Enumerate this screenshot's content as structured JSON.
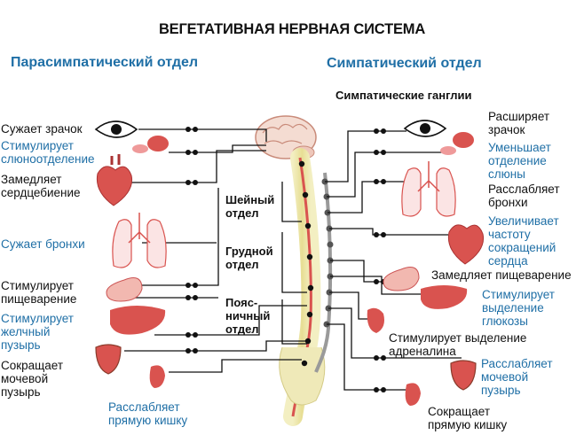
{
  "title": "ВЕГЕТАТИВНАЯ НЕРВНАЯ СИСТЕМА",
  "left_header": "Парасимпатический отдел",
  "right_header": "Симпатический отдел",
  "ganglia_label": "Симпатические ганглии",
  "sections": {
    "cervical": "Шейный\nотдел",
    "thoracic": "Грудной\nотдел",
    "lumbar": "Пояс-\nничный\nотдел"
  },
  "parasympathetic": [
    "Сужает зрачок",
    "Стимулирует\nслюноотделение",
    "Замедляет\nсердцебиение",
    "Сужает бронхи",
    "Стимулирует\nпищеварение",
    "Стимулирует\nжелчный\nпузырь",
    "Сокращает\nмочевой\nпузырь",
    "Расслабляет\nпрямую кишку"
  ],
  "sympathetic": [
    "Расширяет\nзрачок",
    "Уменьшает\nотделение\nслюны",
    "Расслабляет\nбронхи",
    "Увеличивает\nчастоту\nсокращений\nсердца",
    "Замедляет пищеварение",
    "Стимулирует\nвыделение\nглюкозы",
    "Стимулирует выделение\nадреналина",
    "Расслабляет\nмочевой\nпузырь",
    "Сокращает\nпрямую кишку"
  ],
  "colors": {
    "text": "#111111",
    "accent": "#1f6fa6",
    "organ": "#d9534f",
    "spine": "#e8e2a0",
    "nerve": "#111111"
  }
}
